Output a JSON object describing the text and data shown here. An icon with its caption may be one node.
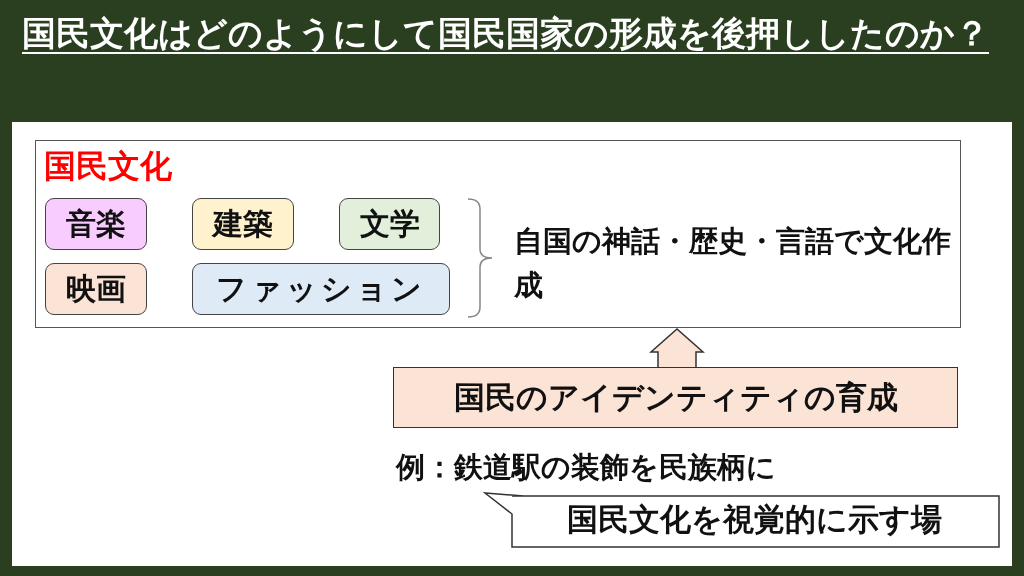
{
  "diagram": {
    "title": "国民文化はどのようにして国民国家の形成を後押ししたのか？",
    "nodes": [
      {
        "text": [
          "国民文化",
          "自国の神話・歴史・言語で文化作成"
        ]
      },
      {
        "text": [
          "音楽"
        ],
        "in": 0
      },
      {
        "text": [
          "建築"
        ],
        "in": 0
      },
      {
        "text": [
          "文学"
        ],
        "in": 0
      },
      {
        "text": [
          "映画"
        ],
        "in": 0
      },
      {
        "text": [
          "ファッション"
        ],
        "in": 0
      },
      {
        "text": [
          "国民のアイデンティティの育成"
        ]
      },
      {
        "text": [
          "国民文化を視覚的に示す場"
        ]
      }
    ],
    "edges": [
      {
        "from": 6,
        "to": 0,
        "arrow": "to",
        "style": "thick"
      }
    ],
    "labels": [
      "例：鉄道駅の装飾を民族柄に"
    ]
  }
}
